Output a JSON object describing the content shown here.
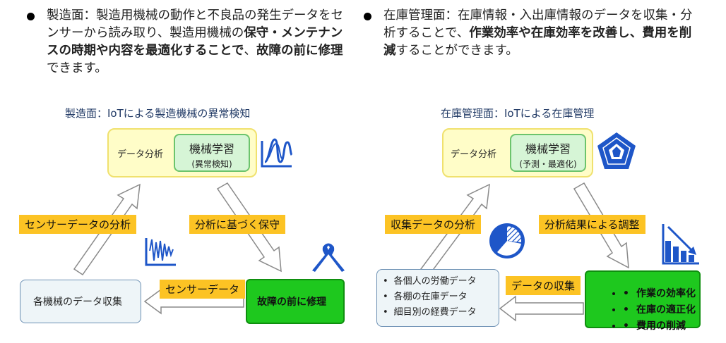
{
  "left_bullet": {
    "p1": "製造面：製造用機械の動作と不良品の発生デー",
    "p2": "タをセンサーから読み取り、製造用機械の",
    "b1": "保守・メ",
    "b2": "ンテナンスの時期や内容を最適化することで",
    "p3": "、",
    "b3": "故",
    "b4": "障の前に修理",
    "p4": "できます。"
  },
  "right_bullet": {
    "p1": "在庫管理面：在庫情報・入出庫情報のデータを収",
    "p2": "集・分析することで、",
    "b1": "作業効率や在庫効率を改善し、",
    "b2": "費用を削減",
    "p3": "することができます。"
  },
  "left_panel": {
    "title": "製造面：IoTによる製造機械の異常検知",
    "data_analysis": "データ分析",
    "ml_main": "機械学習",
    "ml_sub": "(異常検知)",
    "label_left": "センサーデータの分析",
    "label_right": "分析に基づく保守",
    "label_bottom": "センサーデータ",
    "collect_box": "各機械のデータ収集",
    "result_box": "故障の前に修理"
  },
  "right_panel": {
    "title": "在庫管理面：IoTによる在庫管理",
    "data_analysis": "データ分析",
    "ml_main": "機械学習",
    "ml_sub": "(予測・最適化)",
    "label_left": "収集データの分析",
    "label_right": "分析結果による調整",
    "label_bottom": "データの収集",
    "collect_items": [
      "各個人の労働データ",
      "各棚の在庫データ",
      "細目別の経費データ"
    ],
    "result_items": [
      "作業の効率化",
      "在庫の適正化",
      "費用の削減"
    ]
  },
  "colors": {
    "orange": "#fcc324",
    "green": "#1ec81e",
    "icon_blue": "#1e56c8",
    "yellow_box": "#fffdc8"
  }
}
